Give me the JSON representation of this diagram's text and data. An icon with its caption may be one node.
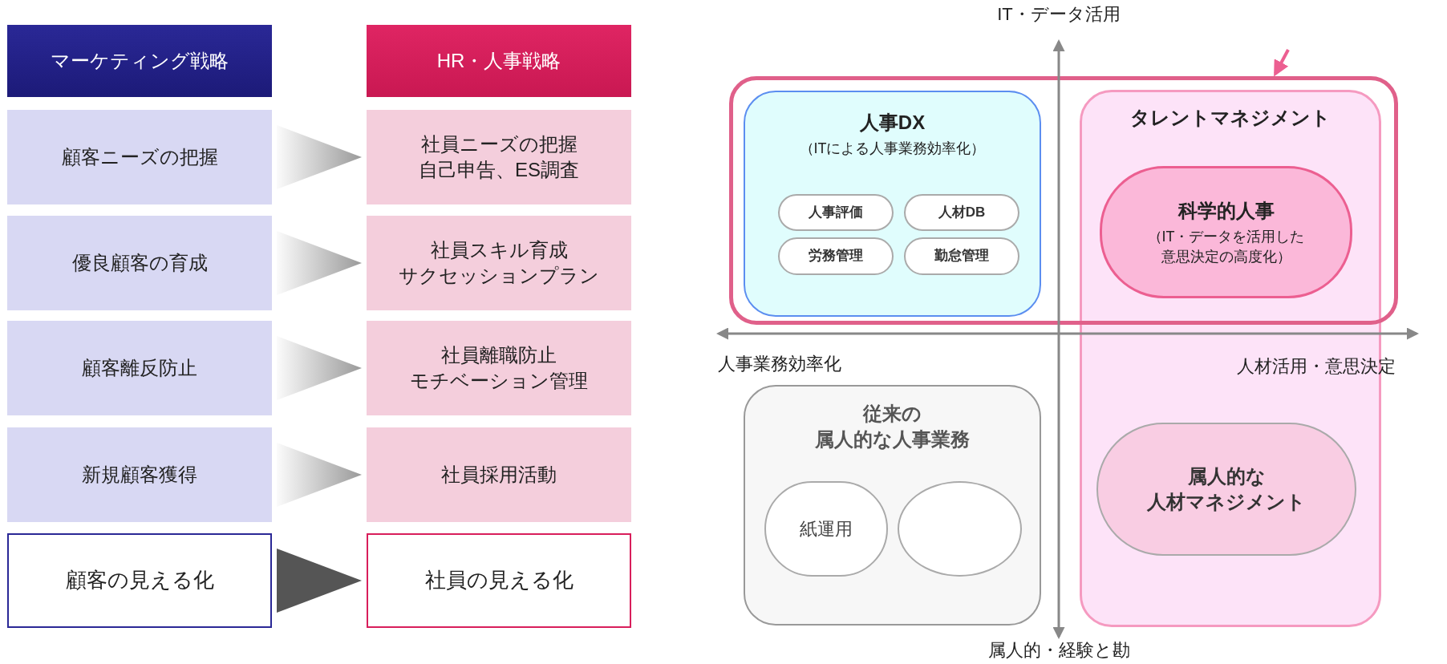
{
  "diagram": {
    "nodes": [
      {
        "text": [
          "マーケティング戦略"
        ]
      },
      {
        "text": [
          "HR・人事戦略"
        ]
      },
      {
        "text": [
          "顧客ニーズの把握"
        ]
      },
      {
        "text": [
          "社員ニーズの把握",
          "自己申告、ES調査"
        ]
      },
      {
        "text": [
          "優良顧客の育成"
        ]
      },
      {
        "text": [
          "社員スキル育成",
          "サクセッションプラン"
        ]
      },
      {
        "text": [
          "顧客離反防止"
        ]
      },
      {
        "text": [
          "社員離職防止",
          "モチベーション管理"
        ]
      },
      {
        "text": [
          "新規顧客獲得"
        ]
      },
      {
        "text": [
          "社員採用活動"
        ]
      },
      {
        "text": [
          "顧客の見える化"
        ]
      },
      {
        "text": [
          "社員の見える化"
        ]
      },
      {
        "text": [],
        "shape": "box"
      },
      {
        "text": [
          "人事DX",
          "（ITによる人事業務効率化）"
        ],
        "in": 12
      },
      {
        "text": [
          "人事評価"
        ],
        "in": 13
      },
      {
        "text": [
          "人材DB"
        ],
        "in": 13
      },
      {
        "text": [
          "労務管理"
        ],
        "in": 13
      },
      {
        "text": [
          "勤怠管理"
        ],
        "in": 13
      },
      {
        "text": [
          "タレントマネジメント"
        ]
      },
      {
        "text": [
          "科学的人事",
          "（IT・データを活用した意思決定の高度化）"
        ]
      },
      {
        "text": [
          "従来の",
          "属人的な人事業務"
        ]
      },
      {
        "text": [
          "紙運用"
        ],
        "in": 20
      },
      {
        "text": [],
        "shape": "circle",
        "in": 20
      },
      {
        "text": [
          "属人的な",
          "人材マネジメント"
        ],
        "in": 18
      }
    ],
    "edges": [
      {
        "from": 2,
        "to": 3,
        "arrow": "to"
      },
      {
        "from": 4,
        "to": 5,
        "arrow": "to"
      },
      {
        "from": 6,
        "to": 7,
        "arrow": "to"
      },
      {
        "from": 8,
        "to": 9,
        "arrow": "to"
      },
      {
        "from": 10,
        "to": 11,
        "arrow": "to",
        "color": "#555555"
      },
      {
        "from": null,
        "to": 12,
        "arrow": "to",
        "color": "#ec5f91"
      }
    ],
    "labels": [
      "IT・データ活用",
      "人事業務効率化",
      "人材活用・意思決定",
      "属人的・経験と勘"
    ]
  }
}
